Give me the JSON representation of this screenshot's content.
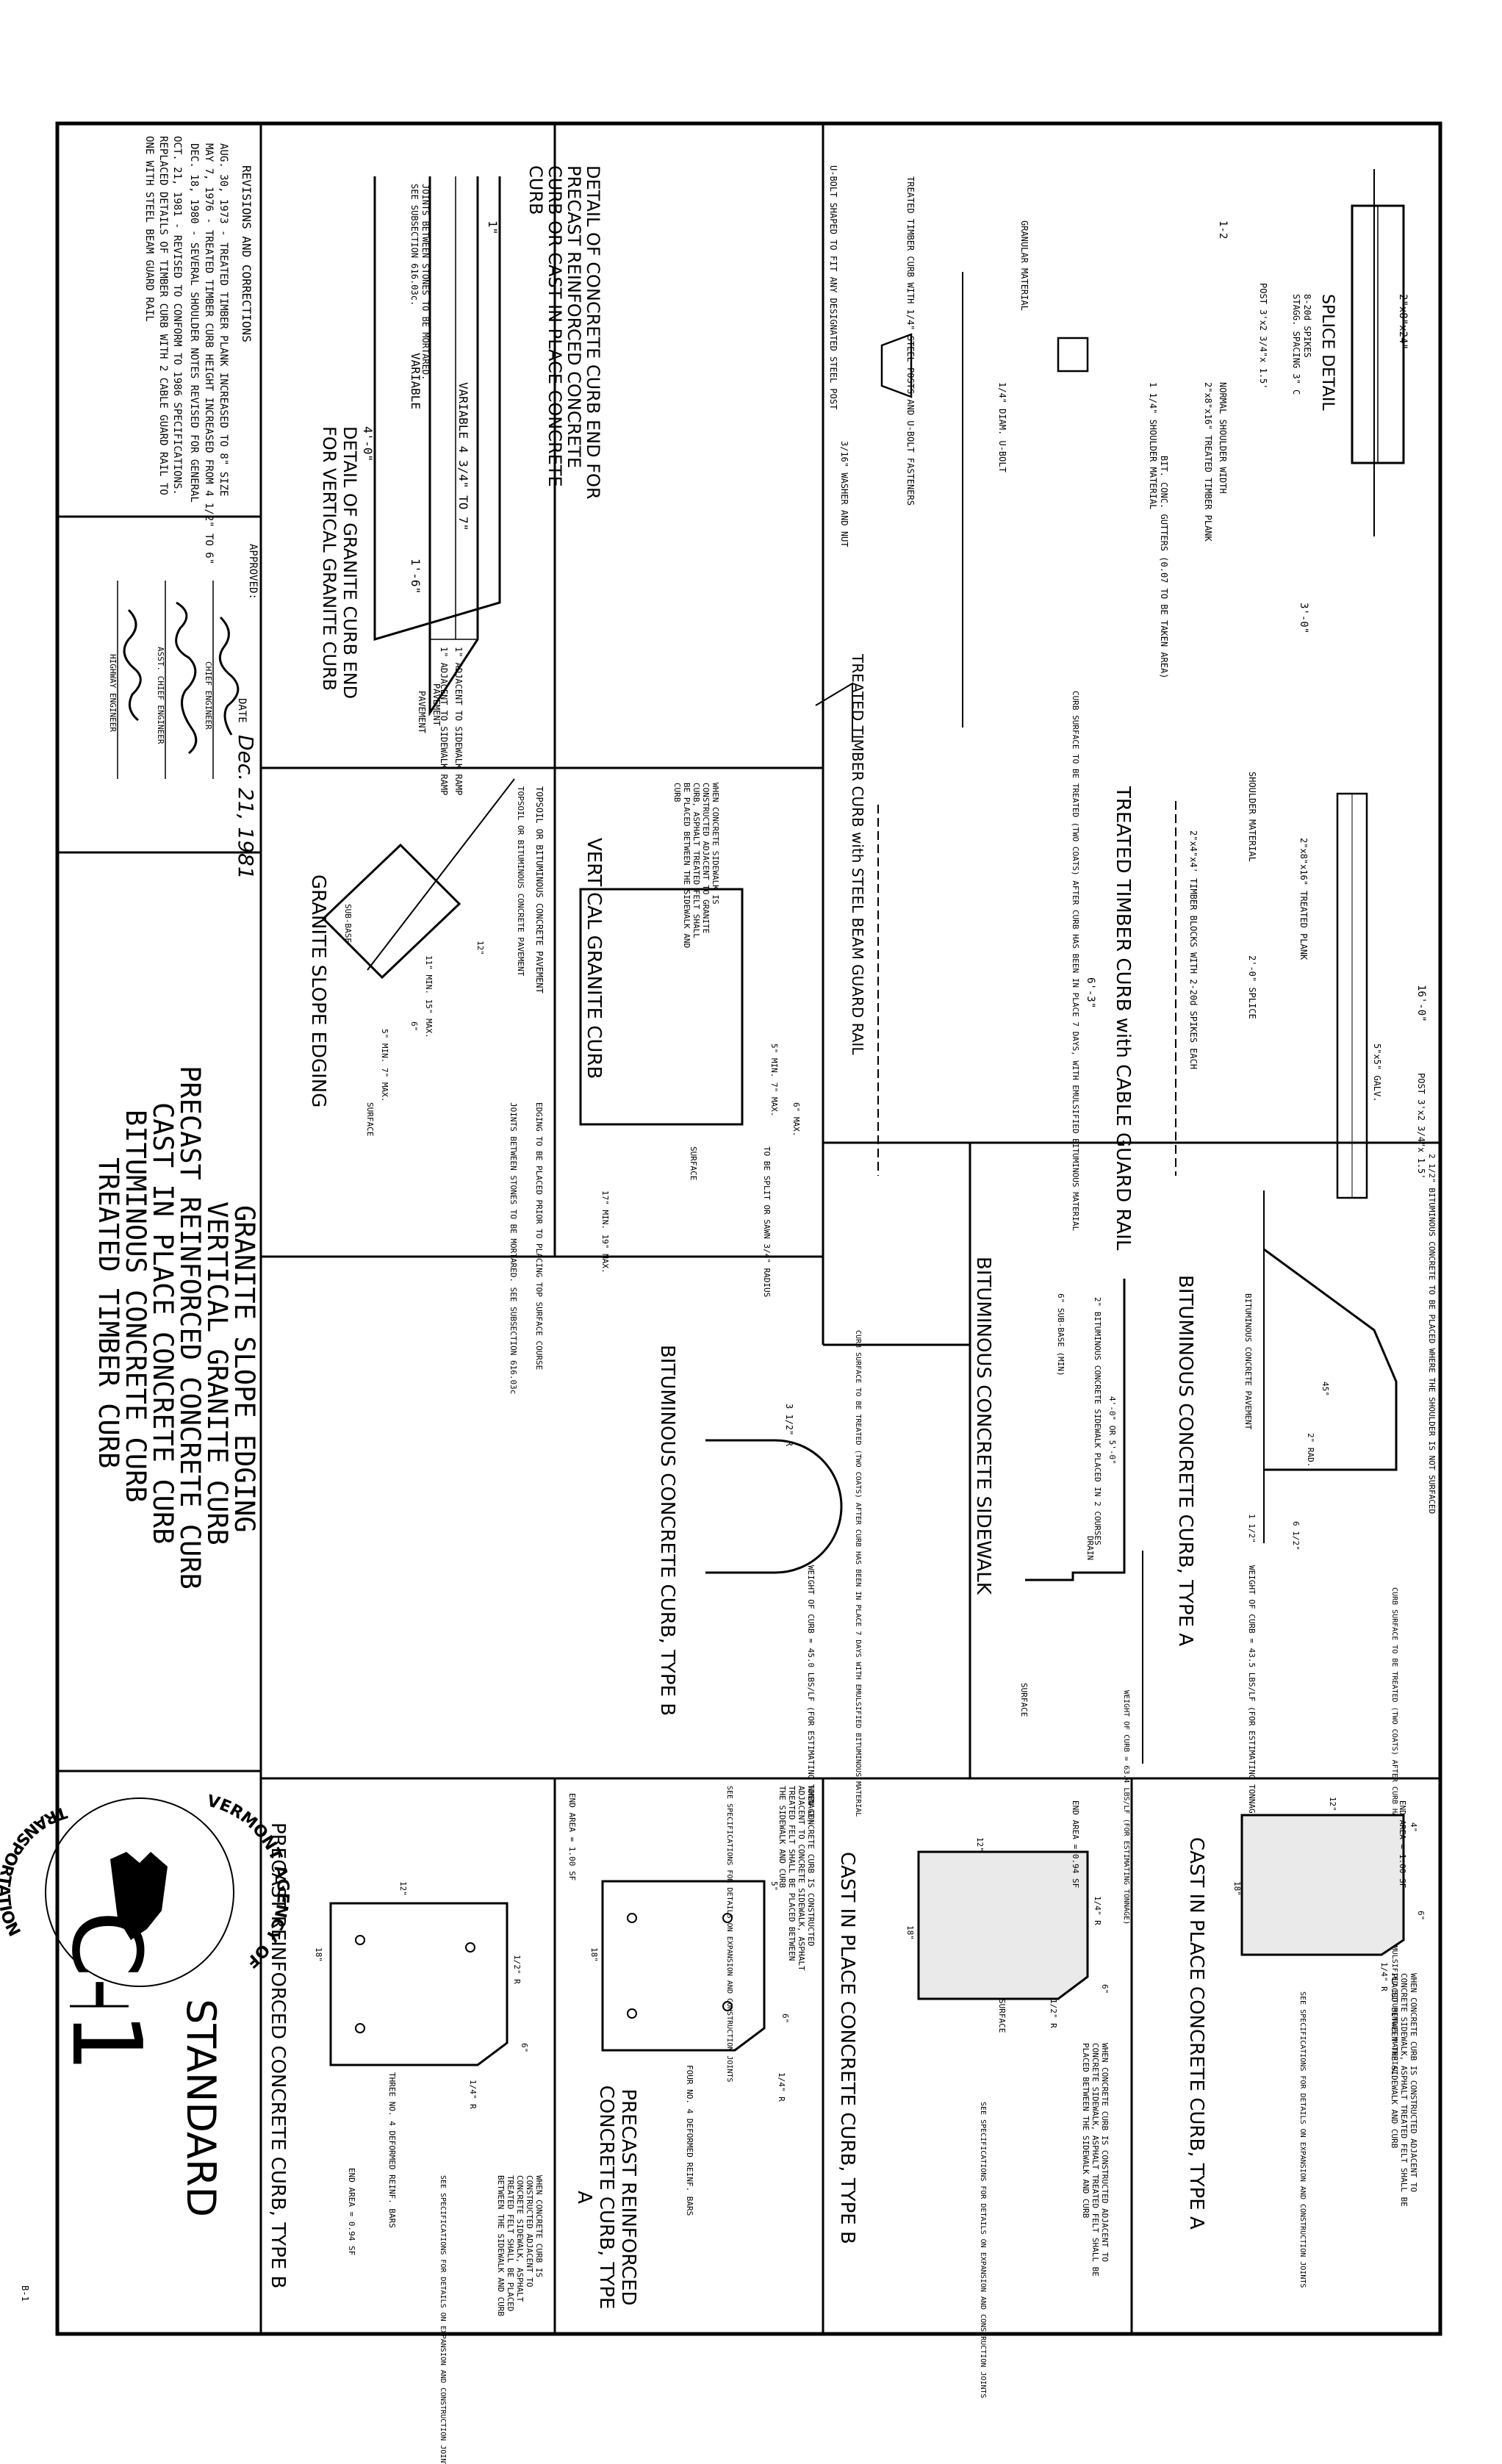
{
  "sheet": {
    "number": "C-1",
    "standard_label": "STANDARD",
    "page_ref": "B-1",
    "title_lines": [
      "GRANITE SLOPE EDGING",
      "VERTICAL GRANITE CURB",
      "PRECAST REINFORCED CONCRETE CURB",
      "CAST IN PLACE CONCRETE CURB",
      "BITUMINOUS CONCRETE CURB",
      "TREATED TIMBER CURB"
    ]
  },
  "agency": {
    "arc_top": "VERMONT AGENCY OF",
    "arc_bottom": "TRANSPORTATION"
  },
  "revisions": {
    "heading": "REVISIONS AND CORRECTIONS",
    "lines": [
      "AUG. 30, 1973 - TREATED TIMBER PLANK INCREASED TO 8\" SIZE",
      "MAY 7, 1976 - TREATED TIMBER CURB HEIGHT INCREASED FROM 4 1/2\" TO 6\"",
      "DEC. 18, 1980 - SEVERAL SHOULDER NOTES REVISED FOR GENERAL",
      "OCT. 21, 1981 - REVISED TO CONFORM TO 1986 SPECIFICATIONS. REPLACED DETAILS OF TIMBER CURB WITH 2 CABLE GUARD RAIL TO ONE WITH STEEL BEAM GUARD RAIL"
    ]
  },
  "approval": {
    "label": "APPROVED:",
    "date_label": "DATE",
    "date_value": "Dec. 21, 1981",
    "titles": [
      "CHIEF ENGINEER",
      "ASST. CHIEF ENGINEER",
      "HIGHWAY ENGINEER"
    ]
  },
  "panels": {
    "timber": {
      "title": "TREATED TIMBER CURB with CABLE GUARD RAIL",
      "subtitle": "TREATED TIMBER CURB with STEEL BEAM GUARD RAIL",
      "splice_detail": "SPLICE DETAIL",
      "splice_notes": [
        "8-20d SPIKES",
        "STAGG. SPACING 3\" C"
      ],
      "notes": [
        "2\"x8\"x24\"",
        "POST 3'x2 3/4\"x 1.5'",
        "NORMAL SHOULDER WIDTH",
        "2\"x8\"x16\" TREATED TIMBER PLANK",
        "BIT. CONC. GUTTERS (0.07 TO BE TAKEN AREA)",
        "1 1/4\" SHOULDER MATERIAL",
        "TREATED TIMBER CURB WITH 1/4\" STEEL POSTS AND U-BOLT FASTENERS",
        "GRANULAR MATERIAL",
        "1/4\" DIAM. U-BOLT",
        "3/16\" WASHER AND NUT",
        "U-BOLT SHAPED TO FIT ANY DESIGNATED STEEL POST",
        "CURB SURFACE TO BE TREATED (TWO COATS) AFTER CURB HAS BEEN IN PLACE 7 DAYS, WITH EMULSIFIED BITUMINOUS MATERIAL",
        "SHOULDER MATERIAL",
        "2\"x8\"x16\" TREATED PLANK",
        "2'-0\" SPLICE",
        "POST 3'x2 3/4\"x 1.5'",
        "5\"x5\" GALV.",
        "2\"x4\"x4' TIMBER BLOCKS WITH 2-20d SPIKES EACH",
        "6'-3\"",
        "16'-0\"",
        "1-2",
        "3'-0\""
      ]
    },
    "concrete_curb_end": {
      "title": "DETAIL OF CONCRETE CURB END FOR PRECAST REINFORCED CONCRETE CURB OR CAST IN PLACE CONCRETE CURB",
      "notes": [
        "VARIABLE 4 3/4\" TO 7\"",
        "VARIABLE",
        "1'-6\"",
        "1\"",
        "1\" ADJACENT TO SIDEWALK RAMP",
        "PAVEMENT"
      ]
    },
    "granite_curb_end": {
      "title": "DETAIL OF GRANITE CURB END FOR VERTICAL GRANITE CURB",
      "notes": [
        "JOINTS BETWEEN STONES TO BE MORTARED.",
        "SEE SUBSECTION 616.03c.",
        "4'-0\"",
        "1\" ADJACENT TO SIDEWALK RAMP",
        "PAVEMENT"
      ]
    },
    "vertical_granite": {
      "title": "VERTICAL GRANITE CURB",
      "notes": [
        "WHEN CONCRETE SIDEWALK IS CONSTRUCTED ADJACENT TO GRANITE CURB, ASPHALT TREATED FELT SHALL BE PLACED BETWEEN THE SIDEWALK AND CURB",
        "TOPSOIL OR BITUMINOUS CONCRETE PAVEMENT",
        "EDGING TO BE PLACED PRIOR TO PLACING TOP SURFACE COURSE",
        "JOINTS BETWEEN STONES TO BE MORTARED. SEE SUBSECTION 616.03c",
        "TO BE SPLIT OR SAWN 3/4\" RADIUS",
        "SURFACE",
        "17\" MIN. 19\" MAX.",
        "5\" MIN. 7\" MAX.",
        "6\" MAX."
      ]
    },
    "granite_slope": {
      "title": "GRANITE SLOPE EDGING",
      "notes": [
        "TOPSOIL OR BITUMINOUS CONCRETE PAVEMENT",
        "SURFACE",
        "SUB-BASE",
        "11\" MIN. 15\" MAX.",
        "5\" MIN. 7\" MAX.",
        "12\"",
        "6\""
      ]
    },
    "bit_type_a": {
      "title": "BITUMINOUS CONCRETE CURB, TYPE A",
      "notes": [
        "2 1/2\" BITUMINOUS CONCRETE TO BE PLACED WHERE THE SHOULDER IS NOT SURFACED",
        "BITUMINOUS CONCRETE PAVEMENT",
        "CURB SURFACE TO BE TREATED (TWO COATS) AFTER CURB HAS BEEN IN PLACE 7 DAYS WITH EMULSIFIED BITUMINOUS MATERIAL",
        "WEIGHT OF CURB = 43.5 LBS/LF (FOR ESTIMATING TONNAGE)",
        "2\" RAD.",
        "6 1/2\"",
        "45°",
        "1 1/2\""
      ]
    },
    "bit_sidewalk": {
      "title": "BITUMINOUS CONCRETE SIDEWALK",
      "notes": [
        "2\" BITUMINOUS CONCRETE SIDEWALK PLACED IN 2 COURSES",
        "6\" SUB-BASE (MIN)",
        "4'-0\" OR 5'-0\"",
        "DRAIN",
        "SURFACE",
        "CURB SURFACE TO BE TREATED (TWO COATS) AFTER CURB HAS BEEN IN PLACE 7 DAYS WITH EMULSIFIED BITUMINOUS MATERIAL",
        "WEIGHT OF CURB = 63.4 LBS/LF (FOR ESTIMATING TONNAGE)"
      ]
    },
    "bit_type_b": {
      "title": "BITUMINOUS CONCRETE CURB, TYPE B",
      "notes": [
        "3 1/2\" R",
        "WEIGHT OF CURB = 45.0 LBS/LF (FOR ESTIMATING TONNAGE)"
      ]
    },
    "cip_a": {
      "title": "CAST IN PLACE CONCRETE CURB, TYPE A",
      "notes": [
        "END AREA = 1.00 SF",
        "WHEN CONCRETE CURB IS CONSTRUCTED ADJACENT TO CONCRETE SIDEWALK, ASPHALT TREATED FELT SHALL BE PLACED BETWEEN THE SIDEWALK AND CURB",
        "SEE SPECIFICATIONS FOR DETAILS ON EXPANSION AND CONSTRUCTION JOINTS",
        "1/4\" R",
        "18\"",
        "6\"",
        "4\"",
        "12\""
      ]
    },
    "cip_b": {
      "title": "CAST IN PLACE CONCRETE CURB, TYPE B",
      "notes": [
        "END AREA = 0.94 SF",
        "WHEN CONCRETE CURB IS CONSTRUCTED ADJACENT TO CONCRETE SIDEWALK, ASPHALT TREATED FELT SHALL BE PLACED BETWEEN THE SIDEWALK AND CURB",
        "SEE SPECIFICATIONS FOR DETAILS ON EXPANSION AND CONSTRUCTION JOINTS",
        "1/4\" R",
        "1/2\" R",
        "SURFACE",
        "18\"",
        "6\"",
        "12\""
      ]
    },
    "precast_a": {
      "title": "PRECAST REINFORCED CONCRETE CURB, TYPE A",
      "notes": [
        "WHEN CONCRETE CURB IS CONSTRUCTED ADJACENT TO CONCRETE SIDEWALK, ASPHALT TREATED FELT SHALL BE PLACED BETWEEN THE SIDEWALK AND CURB",
        "SEE SPECIFICATIONS FOR DETAILS ON EXPANSION AND CONSTRUCTION JOINTS",
        "END AREA = 1.00 SF",
        "FOUR NO. 4 DEFORMED REINF. BARS",
        "1/4\" R",
        "18\"",
        "6\"",
        "5\""
      ]
    },
    "precast_b": {
      "title": "PRECAST REINFORCED CONCRETE CURB, TYPE B",
      "notes": [
        "WHEN CONCRETE CURB IS CONSTRUCTED ADJACENT TO CONCRETE SIDEWALK, ASPHALT TREATED FELT SHALL BE PLACED BETWEEN THE SIDEWALK AND CURB",
        "SEE SPECIFICATIONS FOR DETAILS ON EXPANSION AND CONSTRUCTION JOINTS",
        "END AREA = 0.94 SF",
        "THREE NO. 4 DEFORMED REINF. BARS",
        "1/2\" R",
        "1/4\" R",
        "18\"",
        "12\"",
        "6\""
      ]
    }
  }
}
